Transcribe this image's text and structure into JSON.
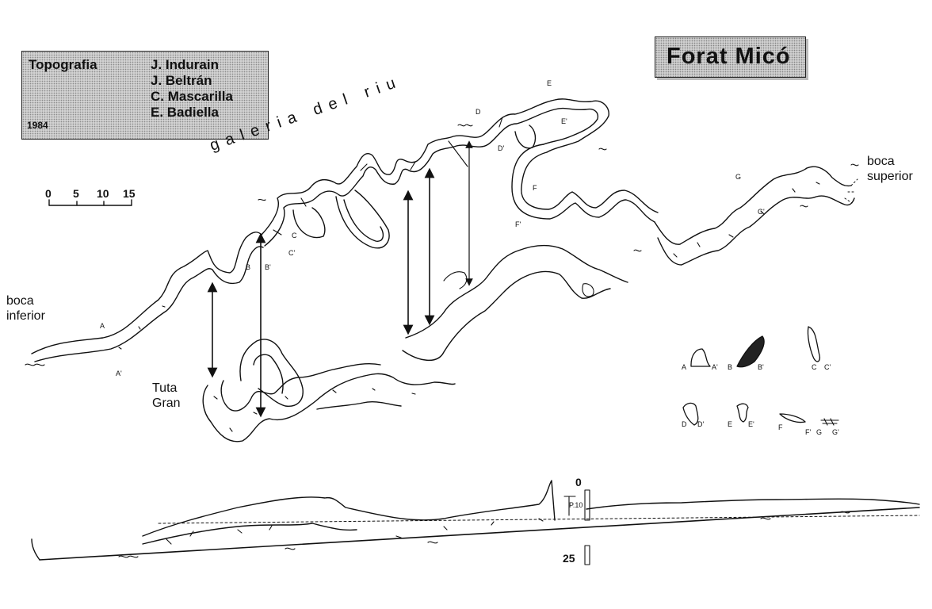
{
  "credits": {
    "label": "Topografia",
    "year": "1984",
    "names": [
      "J. Indurain",
      "J. Beltrán",
      "C. Mascarilla",
      "E. Badiella"
    ]
  },
  "title": "Forat Micó",
  "scale": {
    "ticks": [
      "0",
      "5",
      "10",
      "15"
    ]
  },
  "gallery_label": "galeria del riu",
  "annotations": {
    "boca_inferior": [
      "boca",
      "inferior"
    ],
    "boca_superior": [
      "boca",
      "superior"
    ],
    "tuta_gran": [
      "Tuta",
      "Gran"
    ]
  },
  "section_markers": [
    "A",
    "A'",
    "B",
    "B'",
    "C",
    "C'",
    "D",
    "D'",
    "E",
    "E'",
    "F",
    "F'",
    "G",
    "G'"
  ],
  "profile": {
    "top_label": "0",
    "pitch_label": "P.10",
    "depth_label": "25"
  },
  "colors": {
    "ink": "#111111",
    "box_fill": "#d2d2d2"
  }
}
